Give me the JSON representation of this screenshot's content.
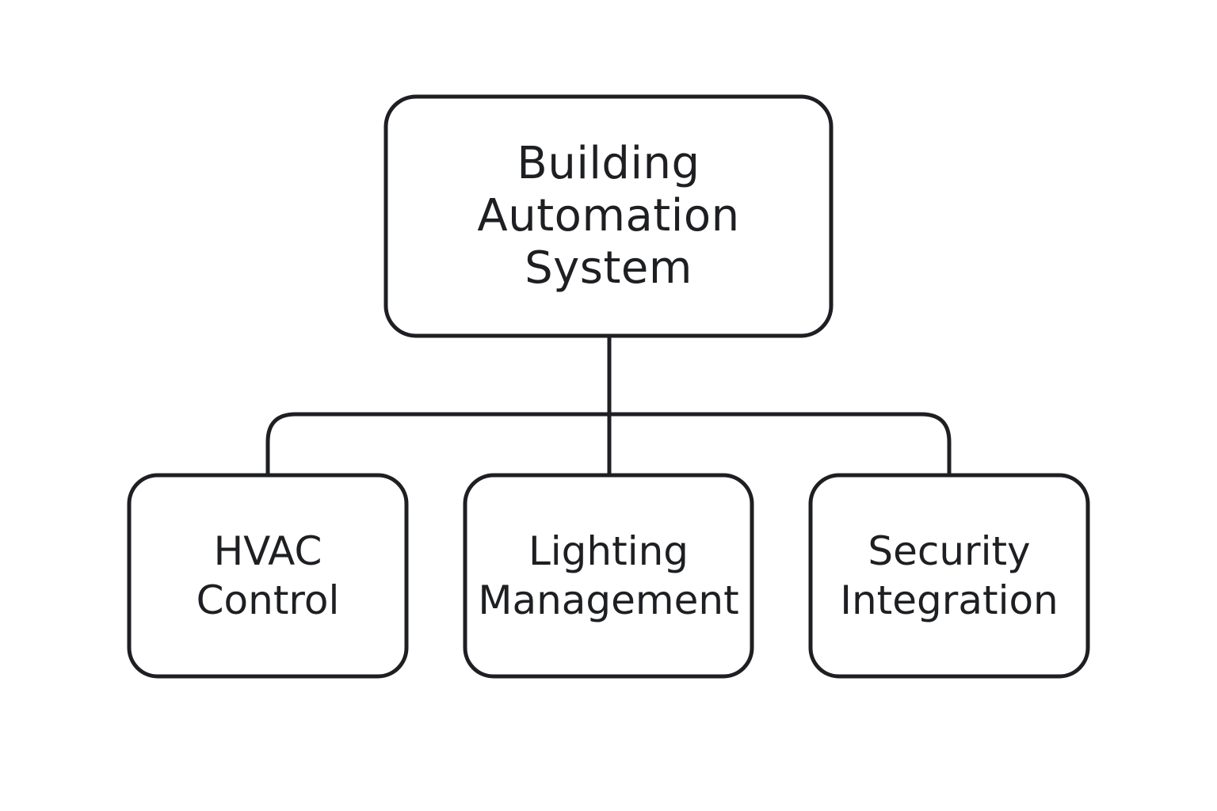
{
  "diagram": {
    "type": "hierarchy",
    "root": {
      "lines": [
        "Building",
        "Automation",
        "System"
      ]
    },
    "children": [
      {
        "lines": [
          "HVAC",
          "Control"
        ]
      },
      {
        "lines": [
          "Lighting",
          "Management"
        ]
      },
      {
        "lines": [
          "Security",
          "Integration"
        ]
      }
    ],
    "colors": {
      "stroke": "#1e1f22",
      "text": "#1e1f22",
      "fill": "#ffffff",
      "background": "#ffffff"
    }
  }
}
